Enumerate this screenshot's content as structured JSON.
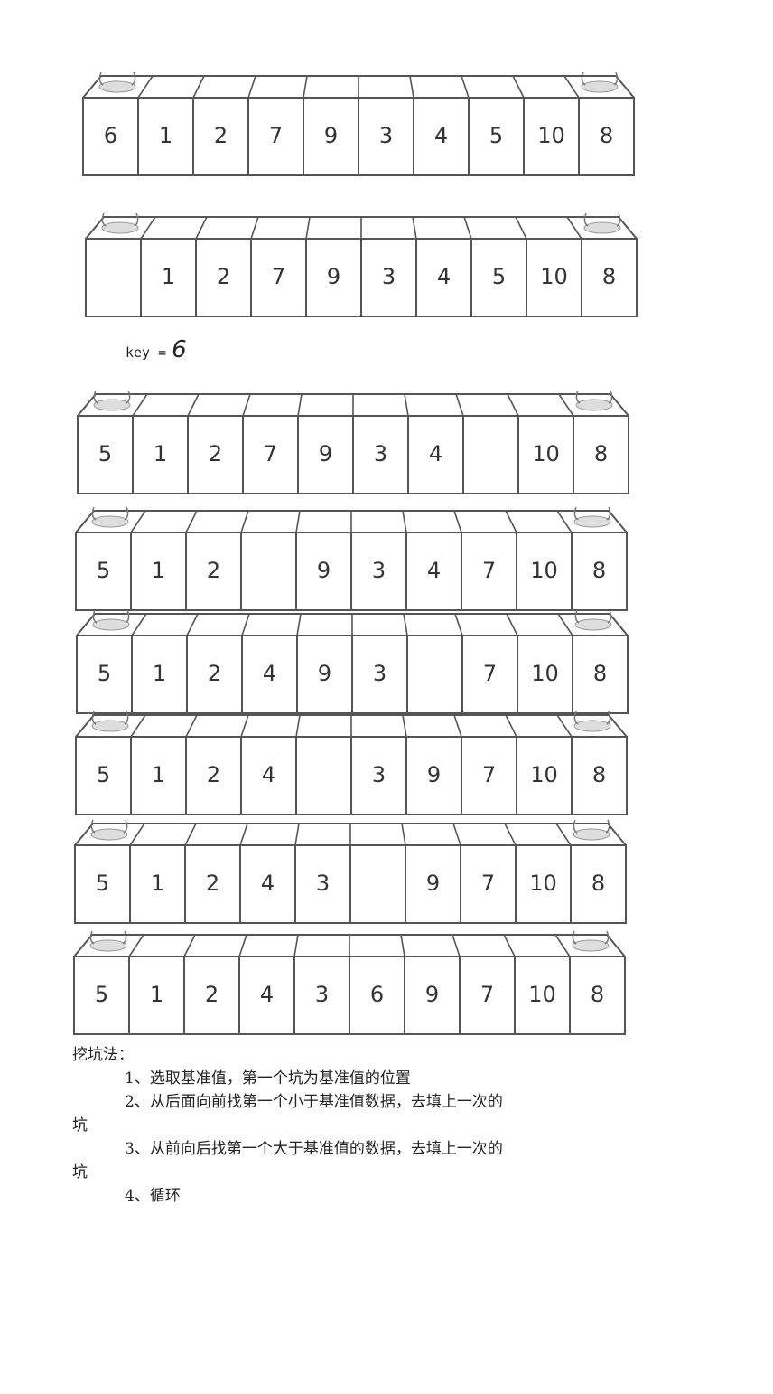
{
  "rows": [
    {
      "values": [
        "6",
        "1",
        "2",
        "7",
        "9",
        "3",
        "4",
        "5",
        "10",
        "8"
      ]
    },
    {
      "values": [
        "",
        "1",
        "2",
        "7",
        "9",
        "3",
        "4",
        "5",
        "10",
        "8"
      ]
    },
    {
      "values": [
        "5",
        "1",
        "2",
        "7",
        "9",
        "3",
        "4",
        "",
        "10",
        "8"
      ]
    },
    {
      "values": [
        "5",
        "1",
        "2",
        "",
        "9",
        "3",
        "4",
        "7",
        "10",
        "8"
      ]
    },
    {
      "values": [
        "5",
        "1",
        "2",
        "4",
        "9",
        "3",
        "",
        "7",
        "10",
        "8"
      ]
    },
    {
      "values": [
        "5",
        "1",
        "2",
        "4",
        "",
        "3",
        "9",
        "7",
        "10",
        "8"
      ]
    },
    {
      "values": [
        "5",
        "1",
        "2",
        "4",
        "3",
        "",
        "9",
        "7",
        "10",
        "8"
      ]
    },
    {
      "values": [
        "5",
        "1",
        "2",
        "4",
        "3",
        "6",
        "9",
        "7",
        "10",
        "8"
      ]
    }
  ],
  "key": {
    "label": "key =",
    "value": "6"
  },
  "notes": {
    "title": "挖坑法：",
    "steps": [
      "1、选取基准值，第一个坑为基准值的位置",
      "2、从后面向前找第一个小于基准值数据，去填上一次的",
      "坑",
      "3、从前向后找第一个大于基准值的数据，去填上一次的",
      "坑",
      "4、循环"
    ]
  }
}
